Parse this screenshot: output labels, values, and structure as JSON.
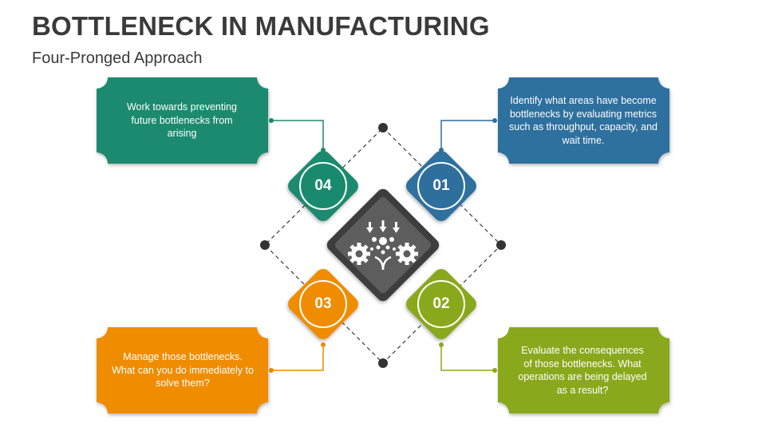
{
  "title": "BOTTLENECK IN MANUFACTURING",
  "subtitle": "Four-Pronged Approach",
  "colors": {
    "step1": "#2e6f9e",
    "step2": "#8aa81c",
    "step3": "#f08c00",
    "step4": "#1a8a6e",
    "center": "#5d5d5d",
    "text": "#3a3a3a"
  },
  "center_icon": "gears-funnel-icon",
  "steps": [
    {
      "number": "01",
      "text": "Identify what areas have become bottlenecks by evaluating metrics such as throughput, capacity, and wait time."
    },
    {
      "number": "02",
      "text": "Evaluate the consequences of those bottlenecks. What operations are being delayed as a result?"
    },
    {
      "number": "03",
      "text": "Manage those bottlenecks. What can you do immediately to solve them?"
    },
    {
      "number": "04",
      "text": "Work towards preventing future bottlenecks from arising"
    }
  ]
}
